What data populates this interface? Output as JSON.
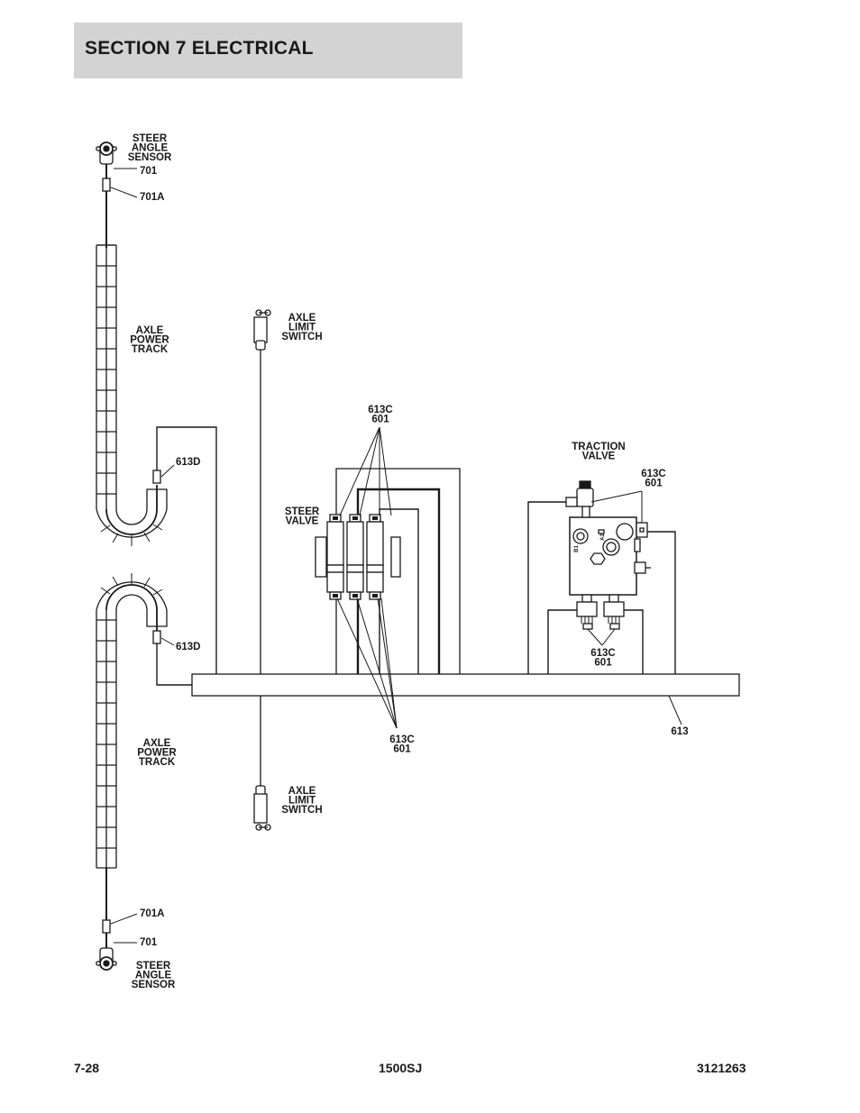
{
  "header": {
    "title": "SECTION 7   ELECTRICAL"
  },
  "footer": {
    "page": "7-28",
    "model": "1500SJ",
    "doc_number": "3121263"
  },
  "labels": {
    "steer_angle_sensor_top": [
      "STEER",
      "ANGLE",
      "SENSOR"
    ],
    "wire_701_top": "701",
    "wire_701a_top": "701A",
    "axle_power_track_top": [
      "AXLE",
      "POWER",
      "TRACK"
    ],
    "wire_613d_top": "613D",
    "axle_limit_switch_top": [
      "AXLE",
      "LIMIT",
      "SWITCH"
    ],
    "steer_valve_wires": [
      "613C",
      "601"
    ],
    "steer_valve": [
      "STEER",
      "VALVE"
    ],
    "traction_valve": [
      "TRACTION",
      "VALVE"
    ],
    "traction_valve_wires_top": [
      "613C",
      "601"
    ],
    "traction_valve_wires_bottom": [
      "613C",
      "601"
    ],
    "wire_613d_bottom": "613D",
    "harness_613": "613",
    "steer_valve_wires_bottom": [
      "613C",
      "601"
    ],
    "axle_power_track_bottom": [
      "AXLE",
      "POWER",
      "TRACK"
    ],
    "axle_limit_switch_bottom": [
      "AXLE",
      "LIMIT",
      "SWITCH"
    ],
    "wire_701a_bottom": "701A",
    "wire_701_bottom": "701",
    "steer_angle_sensor_bottom": [
      "STEER",
      "ANGLE",
      "SENSOR"
    ],
    "port_b1": "B1",
    "port_a2": "A2"
  }
}
